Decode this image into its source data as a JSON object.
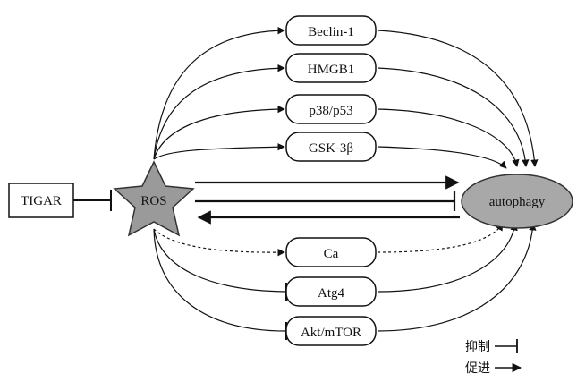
{
  "nodes": {
    "tigar": "TIGAR",
    "ros": "ROS",
    "autophagy": "autophagy",
    "beclin1": "Beclin-1",
    "hmgb1": "HMGB1",
    "p38p53": "p38/p53",
    "gsk3b": "GSK-3β",
    "ca": "Ca",
    "atg4": "Atg4",
    "aktmtor": "Akt/mTOR"
  },
  "legend": {
    "inhibit": "抑制",
    "promote": "促进"
  },
  "colors": {
    "star_fill": "#9a9a9a",
    "autophagy_fill": "#a8a8a8",
    "line": "#111111"
  }
}
